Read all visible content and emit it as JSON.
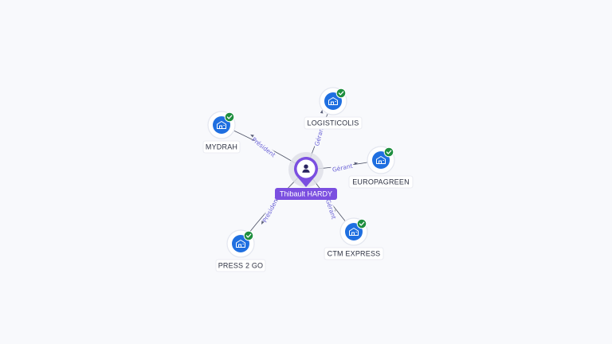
{
  "center": {
    "name": "Thibault HARDY",
    "icon": "person-icon"
  },
  "companies": [
    {
      "id": "logisticolis",
      "name": "LOGISTICOLIS",
      "role": "Gérant",
      "verified": true,
      "icon": "building-icon"
    },
    {
      "id": "mydrah",
      "name": "MYDRAH",
      "role": "Président",
      "verified": true,
      "icon": "building-icon"
    },
    {
      "id": "europagreen",
      "name": "EUROPAGREEN",
      "role": "Gérant",
      "verified": true,
      "icon": "building-icon"
    },
    {
      "id": "press2go",
      "name": "PRESS 2 GO",
      "role": "Président",
      "verified": true,
      "icon": "building-icon"
    },
    {
      "id": "ctmexpress",
      "name": "CTM EXPRESS",
      "role": "Gérant",
      "verified": true,
      "icon": "building-icon"
    }
  ],
  "colors": {
    "person": "#7b4fe0",
    "company": "#1f6fe0",
    "verified": "#1e8e3e",
    "edge_label": "#6b63d6"
  }
}
